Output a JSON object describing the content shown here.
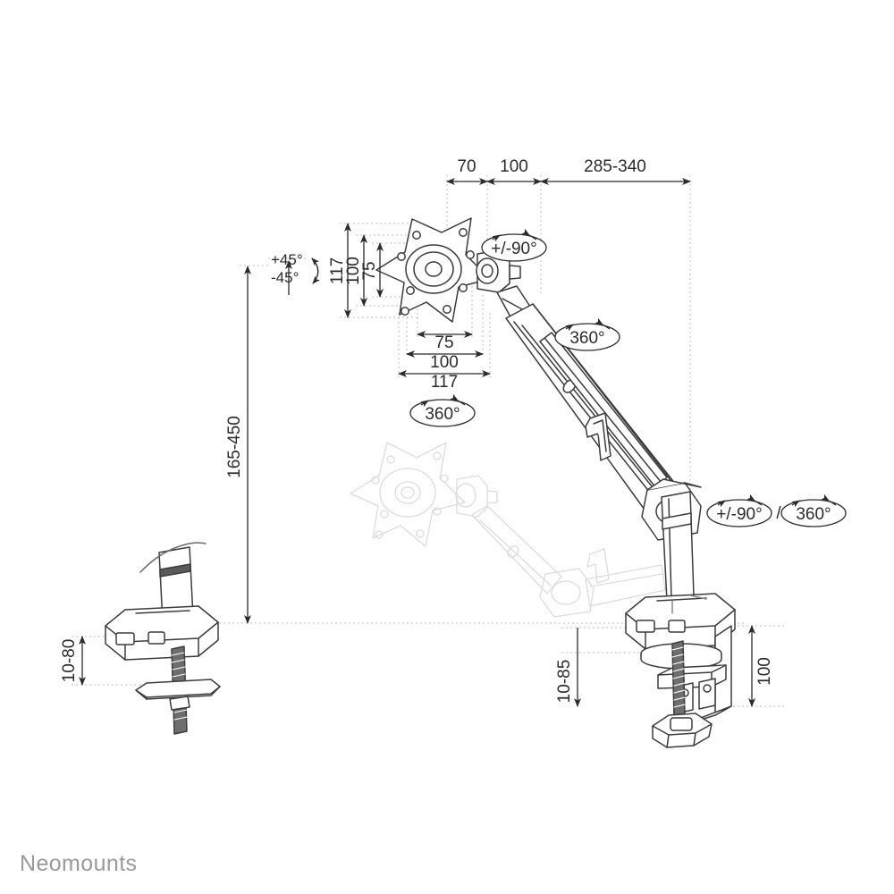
{
  "brand": {
    "name": "Neomounts"
  },
  "drawing": {
    "title": "Monitor desk mount technical dimension drawing",
    "line_color": "#3c3c3c",
    "ghost_color": "#dcdcdc",
    "dim_color": "#2b2b2b",
    "extension_color": "#b9b9b9",
    "background": "#ffffff"
  },
  "dimensions": {
    "top_chain": [
      {
        "label": "70",
        "name": "depth-head-to-joint"
      },
      {
        "label": "100",
        "name": "depth-joint-segment"
      },
      {
        "label": "285-340",
        "name": "depth-arm-reach"
      }
    ],
    "vesa_vertical": [
      {
        "label": "117",
        "name": "vesa-height-117"
      },
      {
        "label": "100",
        "name": "vesa-height-100"
      },
      {
        "label": "75",
        "name": "vesa-height-75"
      }
    ],
    "vesa_horizontal": [
      {
        "label": "75",
        "name": "vesa-width-75"
      },
      {
        "label": "100",
        "name": "vesa-width-100"
      },
      {
        "label": "117",
        "name": "vesa-width-117"
      }
    ],
    "height_range": {
      "label": "165-450",
      "name": "height-adjustment-range"
    },
    "grommet_thickness": {
      "label": "10-80",
      "name": "grommet-desk-thickness"
    },
    "clamp_thickness": {
      "label": "10-85",
      "name": "clamp-desk-thickness"
    },
    "clamp_depth": {
      "label": "100",
      "name": "clamp-vertical-depth"
    }
  },
  "annotations": {
    "tilt": {
      "up": "+45°",
      "down": "-45°",
      "name": "tilt-range"
    },
    "badges": [
      {
        "label": "+/-90°",
        "name": "rotation-head-90"
      },
      {
        "label": "360°",
        "name": "rotation-elbow-360"
      },
      {
        "label": "360°",
        "name": "rotation-vesa-360"
      },
      {
        "label": "+/-90°",
        "name": "rotation-base-90"
      },
      {
        "label": "360°",
        "name": "rotation-base-360"
      }
    ],
    "separator": "/"
  }
}
